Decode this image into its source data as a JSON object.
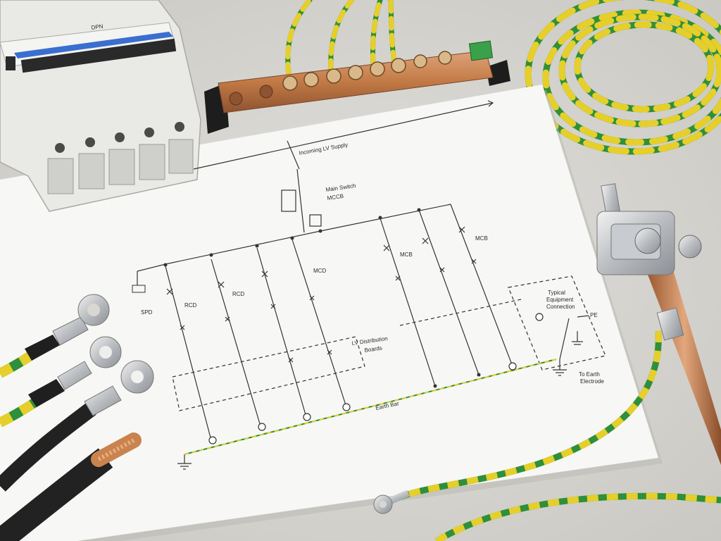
{
  "diagram": {
    "incoming_supply": "Incoming LV Supply",
    "main_switch_line1": "Main Switch",
    "main_switch_line2": "MCCB",
    "spd": "SPD",
    "rcd_a": "RCD",
    "rcd_b": "RCD",
    "mcd": "MCD",
    "mcb_a": "MCB",
    "mcb_b": "MCB",
    "lv_dist_line1": "LV Distribution",
    "lv_dist_line2": "Boards",
    "earth_bar": "Earth Bar",
    "typical_line1": "Typical",
    "typical_line2": "Equipment",
    "typical_line3": "Connection",
    "pe": "PE",
    "to_earth_line1": "To Earth",
    "to_earth_line2": "Electrode"
  },
  "objects": {
    "breaker_label": "DPN"
  },
  "colors": {
    "earth_green": "#2f8f3a",
    "earth_yellow": "#e6cf2a",
    "copper": "#c27a45",
    "paper": "#f7f7f5",
    "breaker_body": "#e9e9e6"
  }
}
